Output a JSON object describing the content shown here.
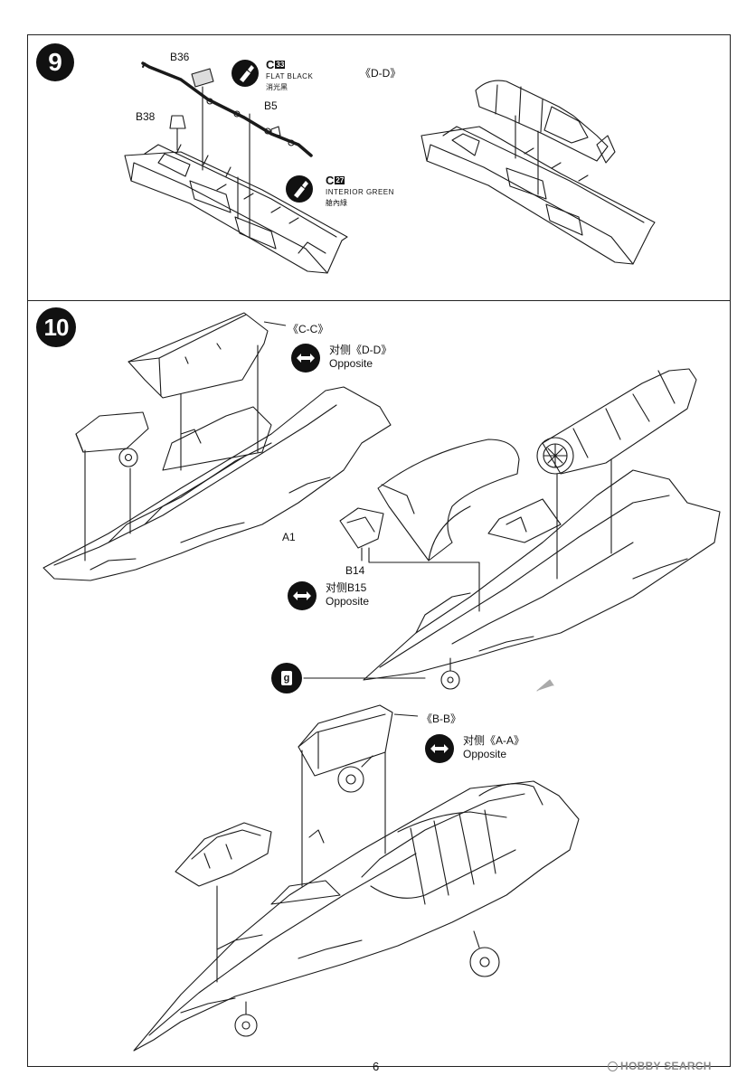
{
  "page_number": "6",
  "watermark": "HOBBY SEARCH",
  "step9": {
    "number": "9",
    "parts": {
      "b36": "B36",
      "b38": "B38",
      "b5": "B5"
    },
    "paint_black": {
      "code": "C",
      "num": "33",
      "name": "FLAT BLACK",
      "name_cn": "消光黑"
    },
    "paint_green": {
      "code": "C",
      "num": "27",
      "name": "INTERIOR GREEN",
      "name_cn": "艙內綠"
    },
    "view_label": "《D-D》"
  },
  "step10": {
    "number": "10",
    "label_cc": "《C-C》",
    "opposite_dd": {
      "cn": "对侧《D-D》",
      "en": "Opposite"
    },
    "part_a1": "A1",
    "part_b14": "B14",
    "opposite_b15": {
      "cn": "对侧B15",
      "en": "Opposite"
    },
    "badge_g": "g",
    "label_bb": "《B-B》",
    "opposite_aa": {
      "cn": "对侧《A-A》",
      "en": "Opposite"
    }
  }
}
